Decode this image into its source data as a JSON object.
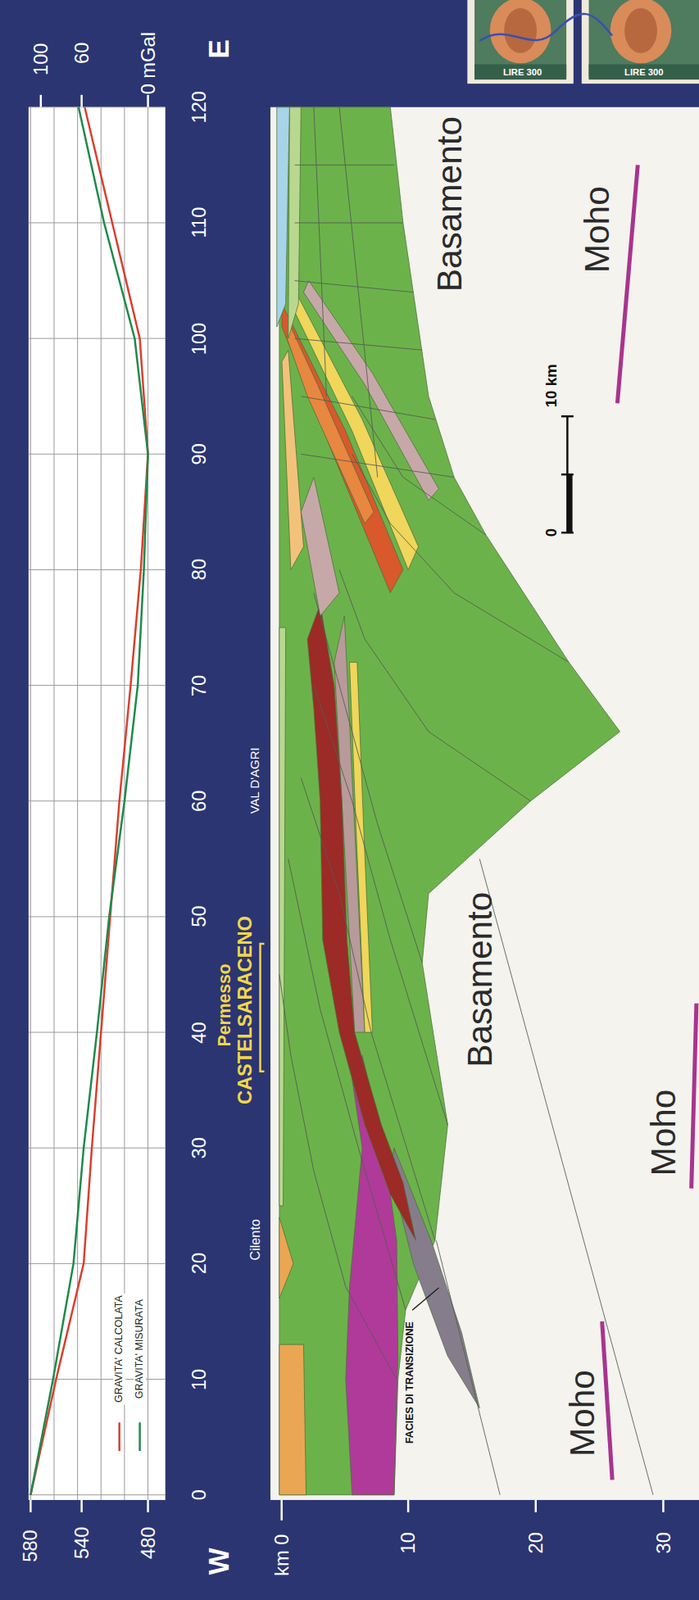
{
  "diagram": {
    "labels": [
      "LIRE 300",
      "LIRE 300",
      "100",
      "60",
      "0 mGal",
      "E",
      "0",
      "10",
      "20",
      "30",
      "40",
      "50",
      "60",
      "70",
      "80",
      "90",
      "100",
      "110",
      "120",
      "W",
      "580",
      "540",
      "480",
      "km 0",
      "10",
      "20",
      "30",
      "Cilento",
      "Permesso",
      "CASTELSARACENO",
      "VAL D'AGRI",
      "FACIES DI TRANSIZIONE",
      "Basamento",
      "Basamento",
      "Moho",
      "Moho",
      "Moho",
      "0",
      "10 km"
    ],
    "legend": [
      {
        "text": "GRAVITA' CALCOLATA"
      },
      {
        "text": "GRAVITA' MISURATA"
      }
    ]
  }
}
